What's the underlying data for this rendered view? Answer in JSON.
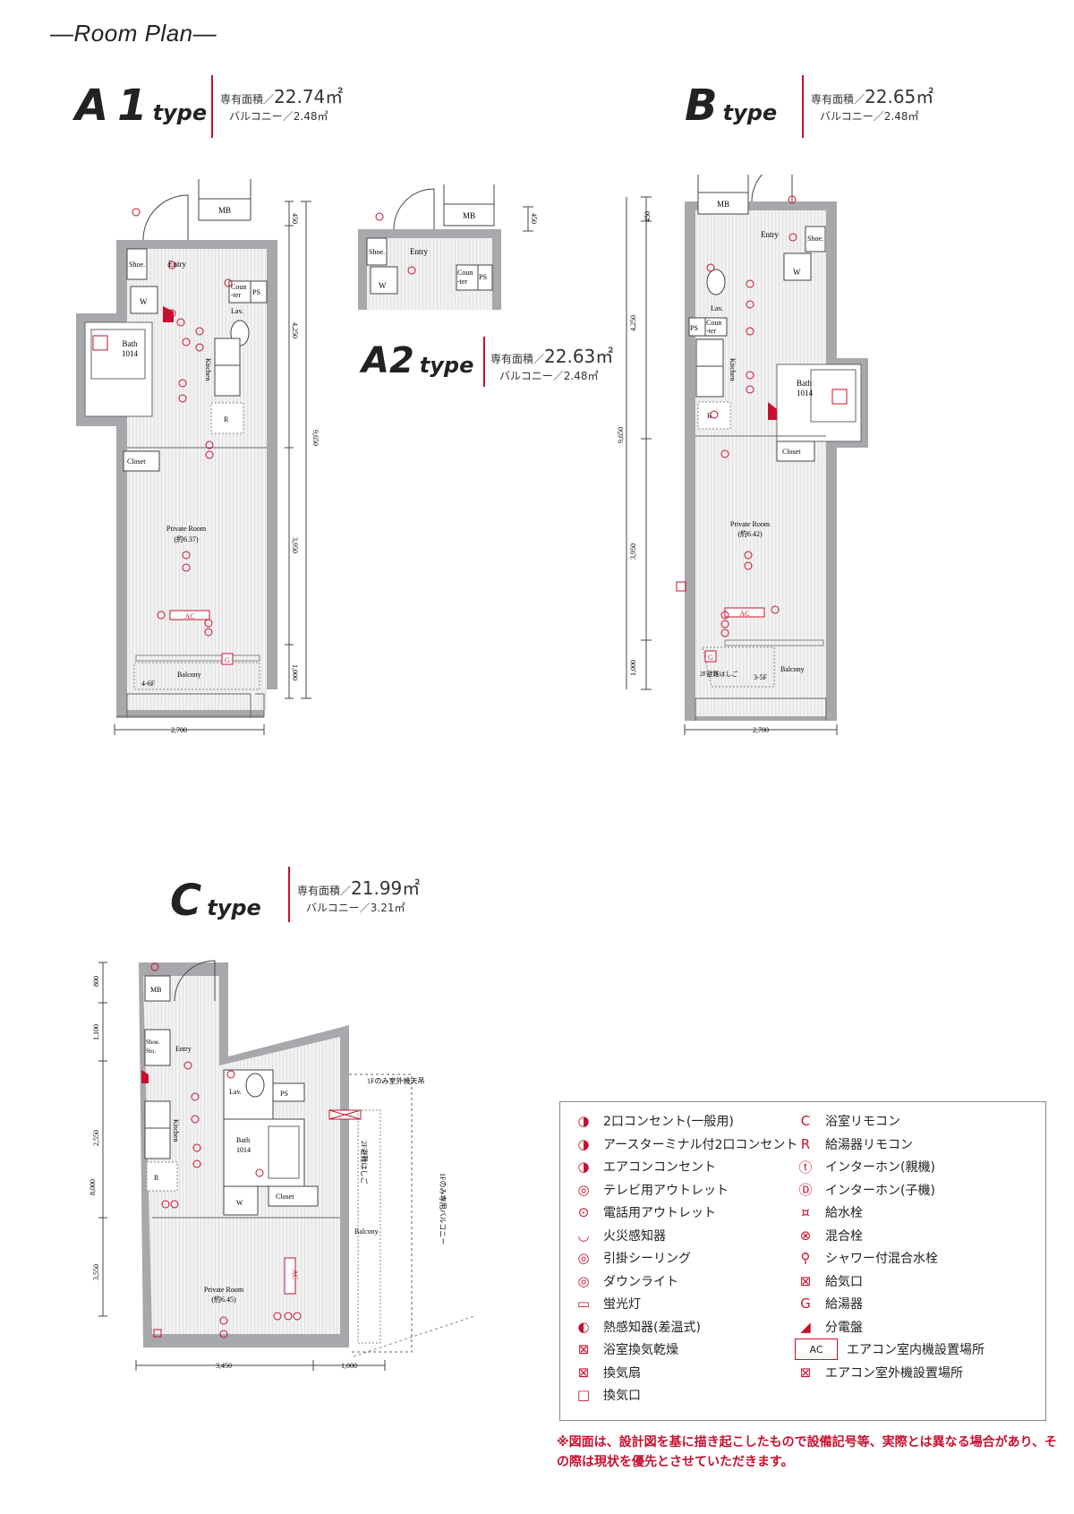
{
  "header": {
    "title": "―Room Plan―"
  },
  "types": [
    {
      "id": "a1",
      "name_big": "A",
      "name_num": "1",
      "name_sm": "type",
      "area_label": "専有面積／",
      "area": "22.74㎡",
      "balcony": "バルコニー／2.48㎡"
    },
    {
      "id": "a2",
      "name_big": "A2",
      "name_sm": "type",
      "area_label": "専有面積／",
      "area": "22.63㎡",
      "balcony": "バルコニー／2.48㎡"
    },
    {
      "id": "b",
      "name_big": "B",
      "name_sm": "type",
      "area_label": "専有面積／",
      "area": "22.65㎡",
      "balcony": "バルコニー／2.48㎡"
    },
    {
      "id": "c",
      "name_big": "C",
      "name_sm": "type",
      "area_label": "専有面積／",
      "area": "21.99㎡",
      "balcony": "バルコニー／3.21㎡"
    }
  ],
  "rooms": {
    "mb": "MB",
    "entry": "Entry",
    "shoe": "Shoe.",
    "sto": "Sto.",
    "counter": "Coun\n-ter",
    "ps": "PS",
    "lav": "Lav.",
    "w": "W",
    "bath": "Bath",
    "bath_no": "1014",
    "kitchen": "Kitchen",
    "r": "R",
    "closet": "Closet",
    "private_room": "Private Room",
    "private_a1": "(約6.37)",
    "private_b": "(約6.42)",
    "private_c": "(約6.45)",
    "ac": "AC",
    "g": "G",
    "balcony": "Balcony",
    "floor_a1": "4-6F",
    "floor_b": "3-5F",
    "ladder_b": "2F避難はしご",
    "ladder_c": "2F避難はしご",
    "c_outdoor": "1Fのみ室外機天吊",
    "c_private_bal": "1Fのみ専用バルコニー"
  },
  "dims": {
    "a1": [
      "450",
      "4,250",
      "9,650",
      "3,950",
      "1,000",
      "2,700"
    ],
    "a2": [
      "450"
    ],
    "b": [
      "450",
      "4,250",
      "9,650",
      "3,950",
      "1,000",
      "2,700"
    ],
    "c": [
      "800",
      "1,100",
      "2,550",
      "8,000",
      "3,550",
      "3,450",
      "1,000"
    ]
  },
  "legend": {
    "left": [
      {
        "icon": "◑",
        "label": "2口コンセント(一般用)"
      },
      {
        "icon": "◑",
        "label": "アースターミナル付2口コンセント"
      },
      {
        "icon": "◑",
        "label": "エアコンコンセント"
      },
      {
        "icon": "◎",
        "label": "テレビ用アウトレット"
      },
      {
        "icon": "⊙",
        "label": "電話用アウトレット"
      },
      {
        "icon": "◡",
        "label": "火災感知器"
      },
      {
        "icon": "◎",
        "label": "引掛シーリング"
      },
      {
        "icon": "◎",
        "label": "ダウンライト"
      },
      {
        "icon": "▭",
        "label": "蛍光灯"
      },
      {
        "icon": "◐",
        "label": "熱感知器(差温式)"
      },
      {
        "icon": "⊠",
        "label": "浴室換気乾燥"
      },
      {
        "icon": "⊠",
        "label": "換気扇"
      },
      {
        "icon": "□",
        "label": "換気口"
      }
    ],
    "right": [
      {
        "icon": "C",
        "label": "浴室リモコン"
      },
      {
        "icon": "R",
        "label": "給湯器リモコン"
      },
      {
        "icon": "ⓣ",
        "label": "インターホン(親機)"
      },
      {
        "icon": "Ⓓ",
        "label": "インターホン(子機)"
      },
      {
        "icon": "¤",
        "label": "給水栓"
      },
      {
        "icon": "⊗",
        "label": "混合栓"
      },
      {
        "icon": "⚲",
        "label": "シャワー付混合水栓"
      },
      {
        "icon": "⊠",
        "label": "給気口"
      },
      {
        "icon": "G",
        "label": "給湯器"
      },
      {
        "icon": "◢",
        "label": "分電盤"
      },
      {
        "icon": "AC",
        "label": "エアコン室内機設置場所"
      },
      {
        "icon": "⊠",
        "label": "エアコン室外機設置場所"
      }
    ]
  },
  "note": "※図面は、設計図を基に描き起こしたもので設備記号等、実際とは異なる場合があり、その際は現状を優先とさせていただきます。",
  "colors": {
    "wall": "#a6a8ab",
    "accent": "#c8102e",
    "floor": "#e9e9e9"
  }
}
